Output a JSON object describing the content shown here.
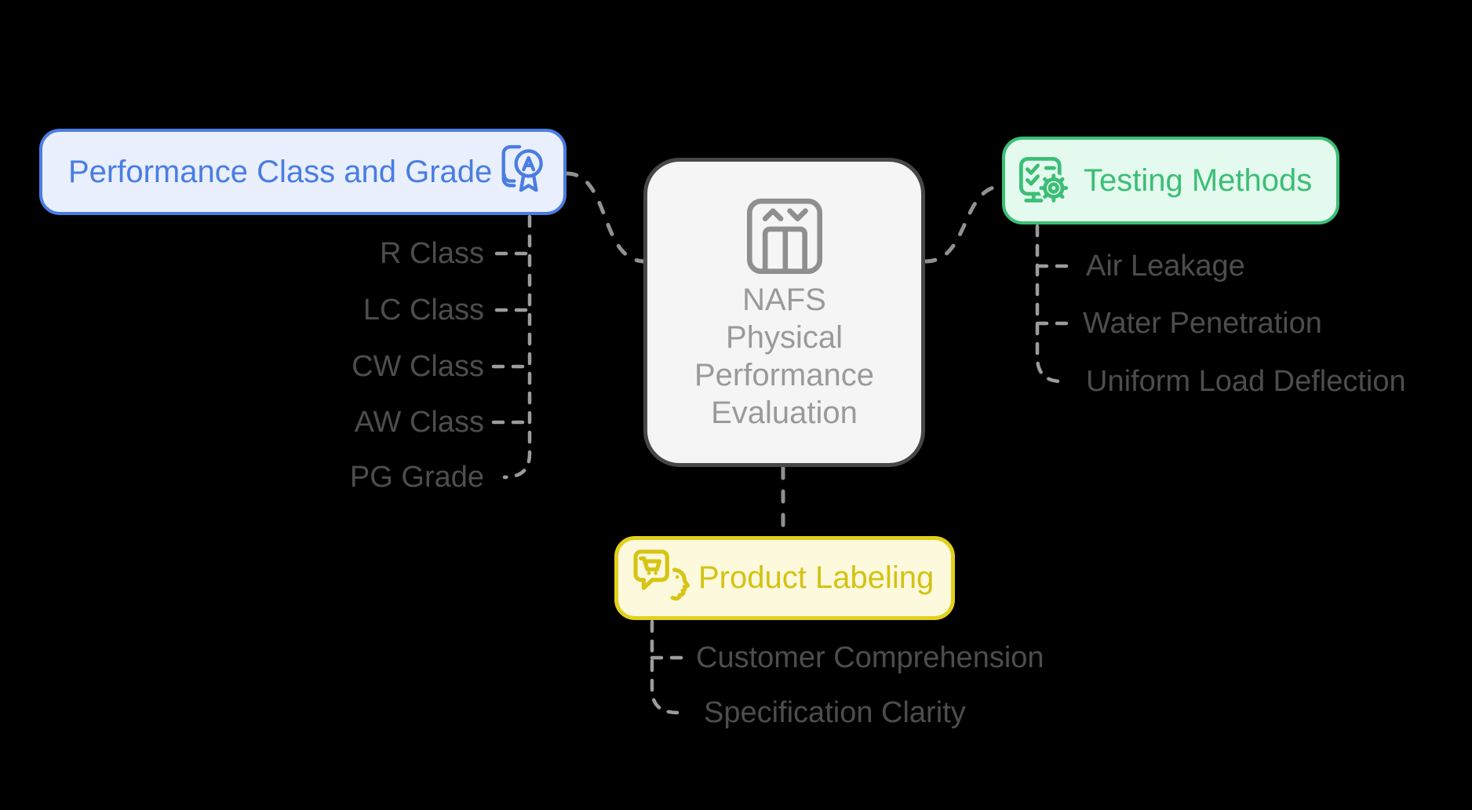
{
  "diagram": {
    "center": {
      "icon": "elevator-icon",
      "lines": [
        "NAFS",
        "Physical",
        "Performance",
        "Evaluation"
      ],
      "fill_color": "#f5f5f5",
      "text_color": "#9a9a9a"
    },
    "connector_color": "#909090",
    "background_color": "#000000",
    "branches": {
      "performance_class": {
        "label": "Performance Class and Grade",
        "icon": "grade-a-book-icon",
        "accent_color": "#4a7de2",
        "fill_color": "#e9effc",
        "items": [
          "R Class",
          "LC Class",
          "CW Class",
          "AW Class",
          "PG Grade"
        ]
      },
      "testing_methods": {
        "label": "Testing Methods",
        "icon": "checklist-gear-icon",
        "accent_color": "#3cbe76",
        "fill_color": "#e4faee",
        "items": [
          "Air Leakage",
          "Water Penetration",
          "Uniform Load Deflection"
        ]
      },
      "product_labeling": {
        "label": "Product Labeling",
        "icon": "customer-cart-icon",
        "accent_color": "#d4c213",
        "fill_color": "#fcf9dc",
        "items": [
          "Customer Comprehension",
          "Specification Clarity"
        ]
      }
    }
  }
}
